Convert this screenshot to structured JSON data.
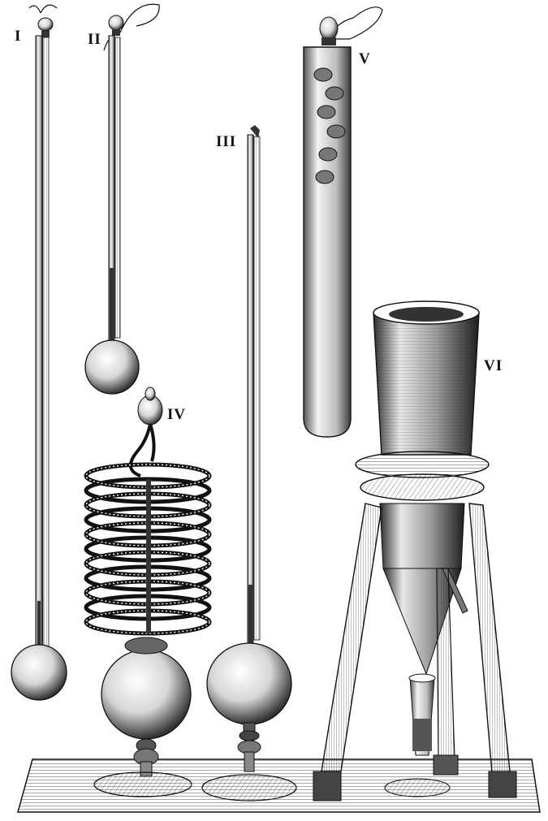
{
  "plate": {
    "labels": {
      "i": "I",
      "ii": "II",
      "iii": "III",
      "iv": "IV",
      "v": "V",
      "vi": "VI"
    },
    "ink": "#111111",
    "paper": "#ffffff"
  }
}
